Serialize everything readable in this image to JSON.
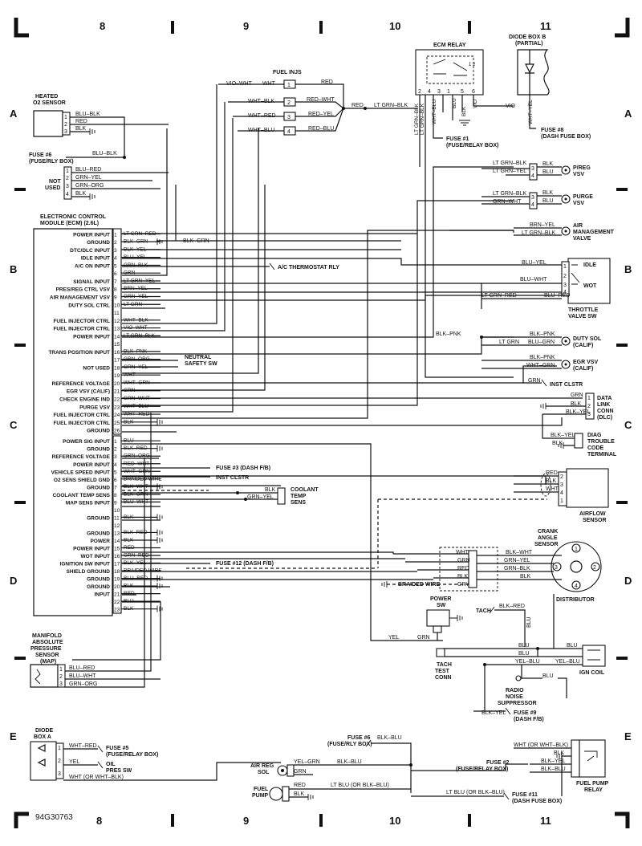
{
  "grid": {
    "cols_top": [
      "8",
      "9",
      "10",
      "11"
    ],
    "cols_bottom": [
      "8",
      "9",
      "10",
      "11"
    ],
    "rows_left": [
      "A",
      "B",
      "C",
      "D",
      "E"
    ],
    "rows_right": [
      "A",
      "B",
      "C",
      "D",
      "E"
    ],
    "code": "94G30763"
  },
  "ecm_relay": {
    "title": "ECM RELAY",
    "pins": [
      "LT GRN–BLK",
      "LT GRN–BLK",
      "WHT–BLU",
      "BLU",
      "BLK",
      "VIO"
    ],
    "fuse": "FUSE #1",
    "fuse_sub": "(FUSE/RELAY BOX)"
  },
  "diode_b": {
    "title": "DIODE BOX B",
    "sub": "(PARTIAL)",
    "wire1": "VIO",
    "wire2": "WHT–YEL",
    "fuse": "FUSE #8",
    "fuse_sub": "(DASH FUSE BOX)"
  },
  "fuel_injs": {
    "title": "FUEL INJS",
    "wires_in": [
      "VIO–WHT",
      "WHT–BLK",
      "WHT–RED",
      "WHT–BLU"
    ],
    "wht": "WHT",
    "wires_out": [
      "RED",
      "RED–WHT",
      "RED–YEL",
      "RED–BLU"
    ],
    "out": "RED",
    "lt": "LT GRN–BLK"
  },
  "o2": {
    "title": "HEATED",
    "title2": "O2 SENSOR",
    "pins": [
      "BLU–BLK",
      "RED",
      "BLK"
    ],
    "fuse": "FUSE #6",
    "fuse_sub": "(FUSE/RLY BOX)",
    "fuse_wire": "BLU–BLK"
  },
  "not_used": {
    "l1": "NOT",
    "l2": "USED",
    "pins": [
      "BLU–RED",
      "GRN–YEL",
      "GRN–ORG",
      "BLK"
    ]
  },
  "ecm": {
    "title": "ELECTRONIC CONTROL",
    "title2": "MODULE (ECM) (2.6L)",
    "conn_a": [
      {
        "n": "1",
        "label": "POWER INPUT",
        "wire": "LT GRN–RED"
      },
      {
        "n": "2",
        "label": "GROUND",
        "wire": "BLK–GRN"
      },
      {
        "n": "3",
        "label": "DTC/DLC INPUT",
        "wire": "BLK–YEL"
      },
      {
        "n": "4",
        "label": "IDLE INPUT",
        "wire": "BLU–YEL"
      },
      {
        "n": "5",
        "label": "A/C ON INPUT",
        "wire": "GRN–BLK"
      },
      {
        "n": "6",
        "label": "",
        "wire": "GRN"
      },
      {
        "n": "7",
        "label": "SIGNAL INPUT",
        "wire": "LT GRN–YEL"
      },
      {
        "n": "8",
        "label": "PRES/REG CTRL VSV",
        "wire": "BRN–YEL"
      },
      {
        "n": "9",
        "label": "AIR MANAGEMENT VSV",
        "wire": "GRN–YEL"
      },
      {
        "n": "10",
        "label": "DUTY SOL CTRL",
        "wire": "LT GRN"
      },
      {
        "n": "11",
        "label": "",
        "wire": ""
      },
      {
        "n": "12",
        "label": "FUEL INJECTOR CTRL",
        "wire": "WHT–BLK"
      },
      {
        "n": "13",
        "label": "FUEL INJECTOR CTRL",
        "wire": "VIO–WHT"
      },
      {
        "n": "14",
        "label": "POWER INPUT",
        "wire": "LT GRN–BLK"
      },
      {
        "n": "15",
        "label": "",
        "wire": ""
      },
      {
        "n": "16",
        "label": "TRANS POSITION INPUT",
        "wire": "BLK–PNK"
      },
      {
        "n": "17",
        "label": "",
        "wire": "GRN–ORG"
      },
      {
        "n": "18",
        "label": "NOT USED",
        "wire": "GRN–YEL"
      },
      {
        "n": "19",
        "label": "",
        "wire": "WHT"
      },
      {
        "n": "20",
        "label": "REFERENCE VOLTAGE",
        "wire": "WHT–GRN"
      },
      {
        "n": "21",
        "label": "EGR VSV (CALIF)",
        "wire": "GRN"
      },
      {
        "n": "22",
        "label": "CHECK ENGINE IND",
        "wire": "GRN–WHT"
      },
      {
        "n": "23",
        "label": "PURGE VSV",
        "wire": "WHT–BLU"
      },
      {
        "n": "24",
        "label": "FUEL INJECTOR CTRL",
        "wire": "WHT–RED"
      },
      {
        "n": "25",
        "label": "FUEL INJECTOR CTRL",
        "wire": "BLK"
      },
      {
        "n": "26",
        "label": "GROUND",
        "wire": ""
      }
    ],
    "conn_b": [
      {
        "n": "1",
        "label": "POWER SIG INPUT",
        "wire": "BLU"
      },
      {
        "n": "2",
        "label": "GROUND",
        "wire": "BLK–RED"
      },
      {
        "n": "3",
        "label": "REFERENCE VOLTAGE",
        "wire": "GRN–ORG"
      },
      {
        "n": "4",
        "label": "POWER INPUT",
        "wire": "RED–WHT"
      },
      {
        "n": "5",
        "label": "VEHICLE SPEED INPUT",
        "wire": "WHT–GRN"
      },
      {
        "n": "6",
        "label": "O2 SENS SHIELD GND",
        "wire": "BRAIDED WIRE"
      },
      {
        "n": "7",
        "label": "GROUND",
        "wire": "BLK–WHT"
      },
      {
        "n": "8",
        "label": "COOLANT TEMP SENS",
        "wire": "BLK–GRN"
      },
      {
        "n": "9",
        "label": "MAP SENS INPUT",
        "wire": "BLU–WHT"
      },
      {
        "n": "10",
        "label": "",
        "wire": ""
      },
      {
        "n": "11",
        "label": "GROUND",
        "wire": "BLK"
      },
      {
        "n": "12",
        "label": "",
        "wire": ""
      },
      {
        "n": "13",
        "label": "GROUND",
        "wire": "BLK–RED"
      },
      {
        "n": "14",
        "label": "POWER",
        "wire": "BLK"
      },
      {
        "n": "15",
        "label": "POWER INPUT",
        "wire": "RED"
      },
      {
        "n": "16",
        "label": "WOT INPUT",
        "wire": "GRN–RED"
      },
      {
        "n": "17",
        "label": "IGNITION SW INPUT",
        "wire": "BLK–YEL"
      },
      {
        "n": "18",
        "label": "SHIELD GROUND",
        "wire": "BRAIDED WIRE"
      },
      {
        "n": "19",
        "label": "GROUND",
        "wire": "BLU–RED"
      },
      {
        "n": "20",
        "label": "GROUND",
        "wire": "BLK"
      },
      {
        "n": "21",
        "label": "INPUT",
        "wire": "RED"
      },
      {
        "n": "22",
        "label": "",
        "wire": "BLU"
      },
      {
        "n": "23",
        "label": "",
        "wire": "BLK"
      }
    ]
  },
  "labels": {
    "ac": "A/C THERMOSTAT RLY",
    "neutral1": "NEUTRAL",
    "neutral2": "SAFETY SW",
    "fuse3": "FUSE #3 (DASH F/B)",
    "inst": "INST CLSTR",
    "fuse12": "FUSE #12 (DASH F/B)",
    "inst2": "INST CLSTR"
  },
  "preg": {
    "t1": "P/REG",
    "t2": "VSV",
    "w": [
      "LT GRN–BLK",
      "LT GRN–YEL"
    ],
    "pins": [
      "BLK",
      "BLU"
    ]
  },
  "purge": {
    "t1": "PURGE",
    "t2": "VSV",
    "w": [
      "LT GRN–BLK",
      "GRN–WHT"
    ],
    "pins": [
      "BLK",
      "BLU"
    ]
  },
  "air": {
    "t1": "AIR",
    "t2": "MANAGEMENT",
    "t3": "VALVE",
    "w": [
      "BRN–YEL",
      "LT GRN–BLK"
    ]
  },
  "throttle": {
    "t1": "THROTTLE",
    "t2": "VALVE SW",
    "idle": "IDLE",
    "wot": "WOT",
    "w": [
      "BLU–YEL",
      "BLU–WHT",
      "LT GRN–RED",
      "BLU–RED"
    ]
  },
  "duty": {
    "t1": "DUTY SOL",
    "t2": "(CALIF)",
    "w": [
      "BLK–PNK",
      "LT GRN",
      "BLU–GRN"
    ]
  },
  "egr": {
    "t1": "EGR VSV",
    "t2": "(CALIF)",
    "w": [
      "BLK–PNK",
      "WHT–GRN"
    ]
  },
  "dlc": {
    "t1": "DATA",
    "t2": "LINK",
    "t3": "CONN",
    "t4": "(DLC)",
    "w": [
      "GRN",
      "BLK",
      "BLK–YEL"
    ]
  },
  "diag": {
    "t1": "DIAG",
    "t2": "TROUBLE",
    "t3": "CODE",
    "t4": "TERMINAL",
    "w": [
      "BLK–YEL",
      "BLK"
    ]
  },
  "airflow": {
    "t1": "AIRFLOW",
    "t2": "SENSOR",
    "w": [
      "RED",
      "BLK",
      "WHT"
    ]
  },
  "coolant": {
    "t1": "COOLANT",
    "t2": "TEMP",
    "t3": "SENS",
    "w": [
      "BLK",
      "GRN–YEL"
    ]
  },
  "crank": {
    "t1": "CRANK",
    "t2": "ANGLE",
    "t3": "SENSOR",
    "dist": "DISTRIBUTOR",
    "w": [
      "WHT",
      "GRN",
      "RED",
      "BLK",
      "GRY"
    ],
    "wr": [
      "BLK–WHT",
      "GRN–YEL",
      "GRN–BLK",
      "BLK"
    ],
    "braid": "BRAIDED WIRE",
    "nums": [
      "1",
      "2",
      "3",
      "4"
    ]
  },
  "power_sw": {
    "t1": "POWER",
    "t2": "SW",
    "yel": "YEL",
    "grn": "GRN"
  },
  "tach": {
    "label": "TACH",
    "w": "BLK–RED",
    "blu": "BLU",
    "t1": "TACH",
    "t2": "TEST",
    "t3": "CONN"
  },
  "ign_coil": {
    "title": "IGN COIL",
    "w": [
      "BLU",
      "BLU",
      "YEL–BLU"
    ],
    "yb": "YEL–BLU"
  },
  "radio": {
    "t1": "RADIO",
    "t2": "NOISE",
    "t3": "SUPPRESSOR",
    "w": "BLU"
  },
  "fuse9": {
    "w": "BLK–YEL",
    "f": "FUSE #9",
    "s": "(DASH F/B)"
  },
  "map": {
    "t1": "MANIFOLD",
    "t2": "ABSOLUTE",
    "t3": "PRESSURE",
    "t4": "SENSOR",
    "t5": "(MAP)",
    "w": [
      "BLU–RED",
      "BLU–WHT",
      "GRN–ORG"
    ]
  },
  "diode_a": {
    "t1": "DIODE",
    "t2": "BOX A",
    "w": [
      "WHT–RED",
      "YEL",
      "WHT (OR WHT–BLK)"
    ],
    "f5": "FUSE #5",
    "f5s": "(FUSE/RELAY BOX)",
    "oil": "OIL",
    "oil2": "PRES SW"
  },
  "bottom": {
    "f6": "FUSE #6",
    "f6w": "BLK–BLU",
    "f6s": "(FUSE/RLY BOX)",
    "airreg1": "AIR REG",
    "airreg2": "SOL",
    "ar_w": [
      "YEL–GRN",
      "GRN"
    ],
    "blkblu": "BLK–BLU",
    "pump1": "FUEL",
    "pump2": "PUMP",
    "pw": [
      "RED",
      "BLK"
    ],
    "ltblu": "LT BLU (OR BLK–BLU)",
    "ltblu2": "LT BLU (OR BLK–BLU)",
    "f11": "FUSE #11",
    "f11s": "(DASH FUSE BOX)",
    "f2": "FUSE #2",
    "f2s": "(FUSE/RELAY BOX)",
    "rw": [
      "WHT (OR WHT–BLK)",
      "BLK",
      "BLK–YEL",
      "BLK–BLU"
    ],
    "relay1": "FUEL PUMP",
    "relay2": "RELAY"
  }
}
